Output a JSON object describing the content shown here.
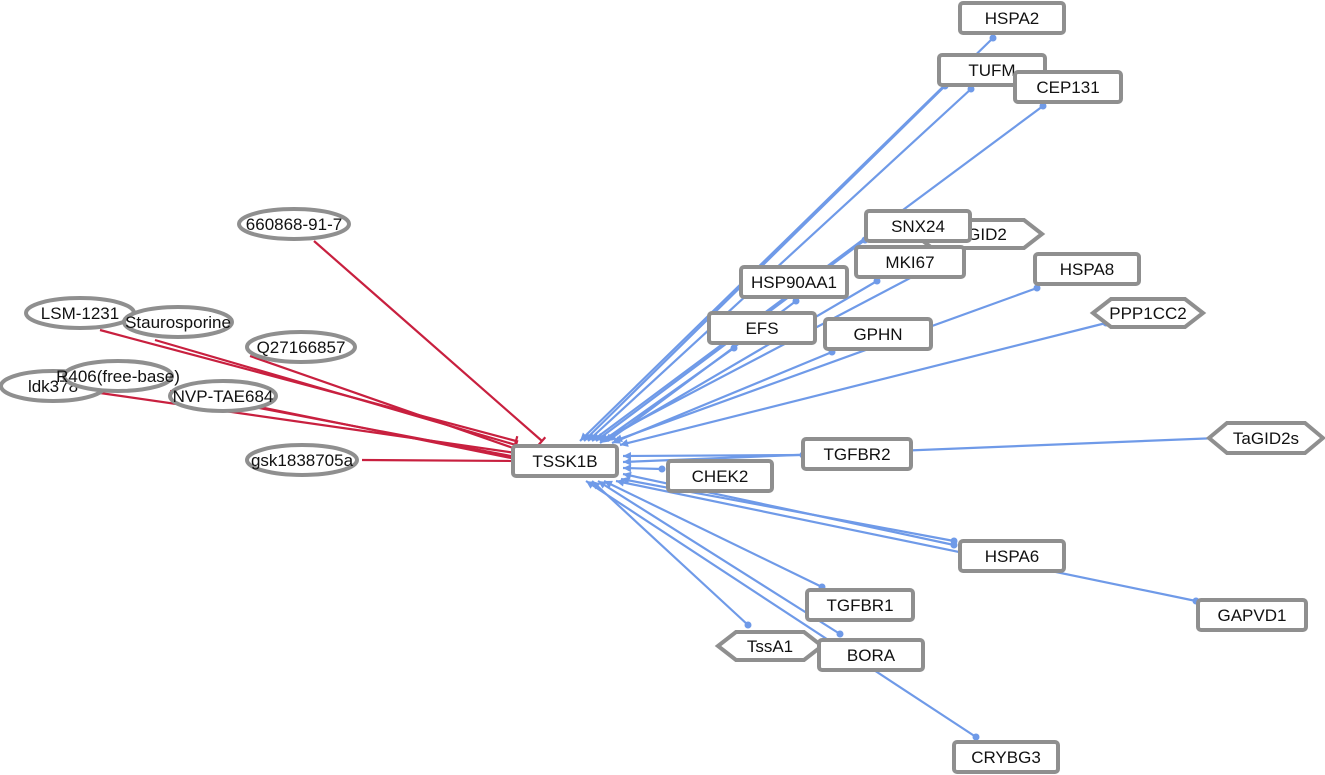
{
  "colors": {
    "activation_edge": "#6f9ae8",
    "inhibition_edge": "#c8203f",
    "node_border": "#8f8f8f",
    "node_fill": "#ffffff"
  },
  "central_node": {
    "id": "TSSK1B",
    "label": "TSSK1B",
    "shape": "rectangle"
  },
  "nodes": [
    {
      "id": "TSSK1B",
      "label": "TSSK1B",
      "shape": "rectangle"
    },
    {
      "id": "HSPA2",
      "label": "HSPA2",
      "shape": "rectangle"
    },
    {
      "id": "TUFM",
      "label": "TUFM",
      "shape": "rectangle"
    },
    {
      "id": "CEP131",
      "label": "CEP131",
      "shape": "rectangle"
    },
    {
      "id": "TaGID2",
      "label": "TaGID2",
      "shape": "hexagon"
    },
    {
      "id": "SNX24",
      "label": "SNX24",
      "shape": "rectangle"
    },
    {
      "id": "MKI67",
      "label": "MKI67",
      "shape": "rectangle"
    },
    {
      "id": "HSP90AA1",
      "label": "HSP90AA1",
      "shape": "rectangle"
    },
    {
      "id": "HSPA8",
      "label": "HSPA8",
      "shape": "rectangle"
    },
    {
      "id": "PPP1CC2",
      "label": "PPP1CC2",
      "shape": "hexagon"
    },
    {
      "id": "EFS",
      "label": "EFS",
      "shape": "rectangle"
    },
    {
      "id": "GPHN",
      "label": "GPHN",
      "shape": "rectangle"
    },
    {
      "id": "TGFBR2",
      "label": "TGFBR2",
      "shape": "rectangle"
    },
    {
      "id": "TaGID2s",
      "label": "TaGID2s",
      "shape": "hexagon"
    },
    {
      "id": "CHEK2",
      "label": "CHEK2",
      "shape": "rectangle"
    },
    {
      "id": "HSPA6",
      "label": "HSPA6",
      "shape": "rectangle"
    },
    {
      "id": "GAPVD1",
      "label": "GAPVD1",
      "shape": "rectangle"
    },
    {
      "id": "TGFBR1",
      "label": "TGFBR1",
      "shape": "rectangle"
    },
    {
      "id": "TssA1",
      "label": "TssA1",
      "shape": "hexagon"
    },
    {
      "id": "BORA",
      "label": "BORA",
      "shape": "rectangle"
    },
    {
      "id": "CRYBG3",
      "label": "CRYBG3",
      "shape": "rectangle"
    },
    {
      "id": "660868-91-7",
      "label": "660868-91-7",
      "shape": "ellipse"
    },
    {
      "id": "LSM-1231",
      "label": "LSM-1231",
      "shape": "ellipse"
    },
    {
      "id": "Staurosporine",
      "label": "Staurosporine",
      "shape": "ellipse"
    },
    {
      "id": "Q27166857",
      "label": "Q27166857",
      "shape": "ellipse"
    },
    {
      "id": "ldk378",
      "label": "ldk378",
      "shape": "ellipse"
    },
    {
      "id": "R406(free-base)",
      "label": "R406(free-base)",
      "shape": "ellipse"
    },
    {
      "id": "NVP-TAE684",
      "label": "NVP-TAE684",
      "shape": "ellipse"
    },
    {
      "id": "gsk1838705a",
      "label": "gsk1838705a",
      "shape": "ellipse"
    }
  ],
  "edges": [
    {
      "from": "HSPA2",
      "to": "TSSK1B",
      "type": "activation"
    },
    {
      "from": "TUFM",
      "to": "TSSK1B",
      "type": "activation"
    },
    {
      "from": "TUFM",
      "to": "TSSK1B",
      "type": "activation"
    },
    {
      "from": "CEP131",
      "to": "TSSK1B",
      "type": "activation"
    },
    {
      "from": "SNX24",
      "to": "TSSK1B",
      "type": "activation"
    },
    {
      "from": "TaGID2",
      "to": "TSSK1B",
      "type": "activation"
    },
    {
      "from": "MKI67",
      "to": "TSSK1B",
      "type": "activation"
    },
    {
      "from": "HSP90AA1",
      "to": "TSSK1B",
      "type": "activation"
    },
    {
      "from": "HSPA8",
      "to": "TSSK1B",
      "type": "activation"
    },
    {
      "from": "PPP1CC2",
      "to": "TSSK1B",
      "type": "activation"
    },
    {
      "from": "EFS",
      "to": "TSSK1B",
      "type": "activation"
    },
    {
      "from": "GPHN",
      "to": "TSSK1B",
      "type": "activation"
    },
    {
      "from": "TGFBR2",
      "to": "TSSK1B",
      "type": "activation"
    },
    {
      "from": "TaGID2s",
      "to": "TSSK1B",
      "type": "activation"
    },
    {
      "from": "CHEK2",
      "to": "TSSK1B",
      "type": "activation"
    },
    {
      "from": "HSPA6",
      "to": "TSSK1B",
      "type": "activation"
    },
    {
      "from": "HSPA6",
      "to": "TSSK1B",
      "type": "activation"
    },
    {
      "from": "GAPVD1",
      "to": "TSSK1B",
      "type": "activation"
    },
    {
      "from": "TGFBR1",
      "to": "TSSK1B",
      "type": "activation"
    },
    {
      "from": "TssA1",
      "to": "TSSK1B",
      "type": "activation"
    },
    {
      "from": "BORA",
      "to": "TSSK1B",
      "type": "activation"
    },
    {
      "from": "CRYBG3",
      "to": "TSSK1B",
      "type": "activation"
    },
    {
      "from": "660868-91-7",
      "to": "TSSK1B",
      "type": "inhibition"
    },
    {
      "from": "LSM-1231",
      "to": "TSSK1B",
      "type": "inhibition"
    },
    {
      "from": "Staurosporine",
      "to": "TSSK1B",
      "type": "inhibition"
    },
    {
      "from": "Q27166857",
      "to": "TSSK1B",
      "type": "inhibition"
    },
    {
      "from": "ldk378",
      "to": "TSSK1B",
      "type": "inhibition"
    },
    {
      "from": "R406(free-base)",
      "to": "TSSK1B",
      "type": "inhibition"
    },
    {
      "from": "NVP-TAE684",
      "to": "TSSK1B",
      "type": "inhibition"
    },
    {
      "from": "gsk1838705a",
      "to": "TSSK1B",
      "type": "inhibition"
    }
  ]
}
